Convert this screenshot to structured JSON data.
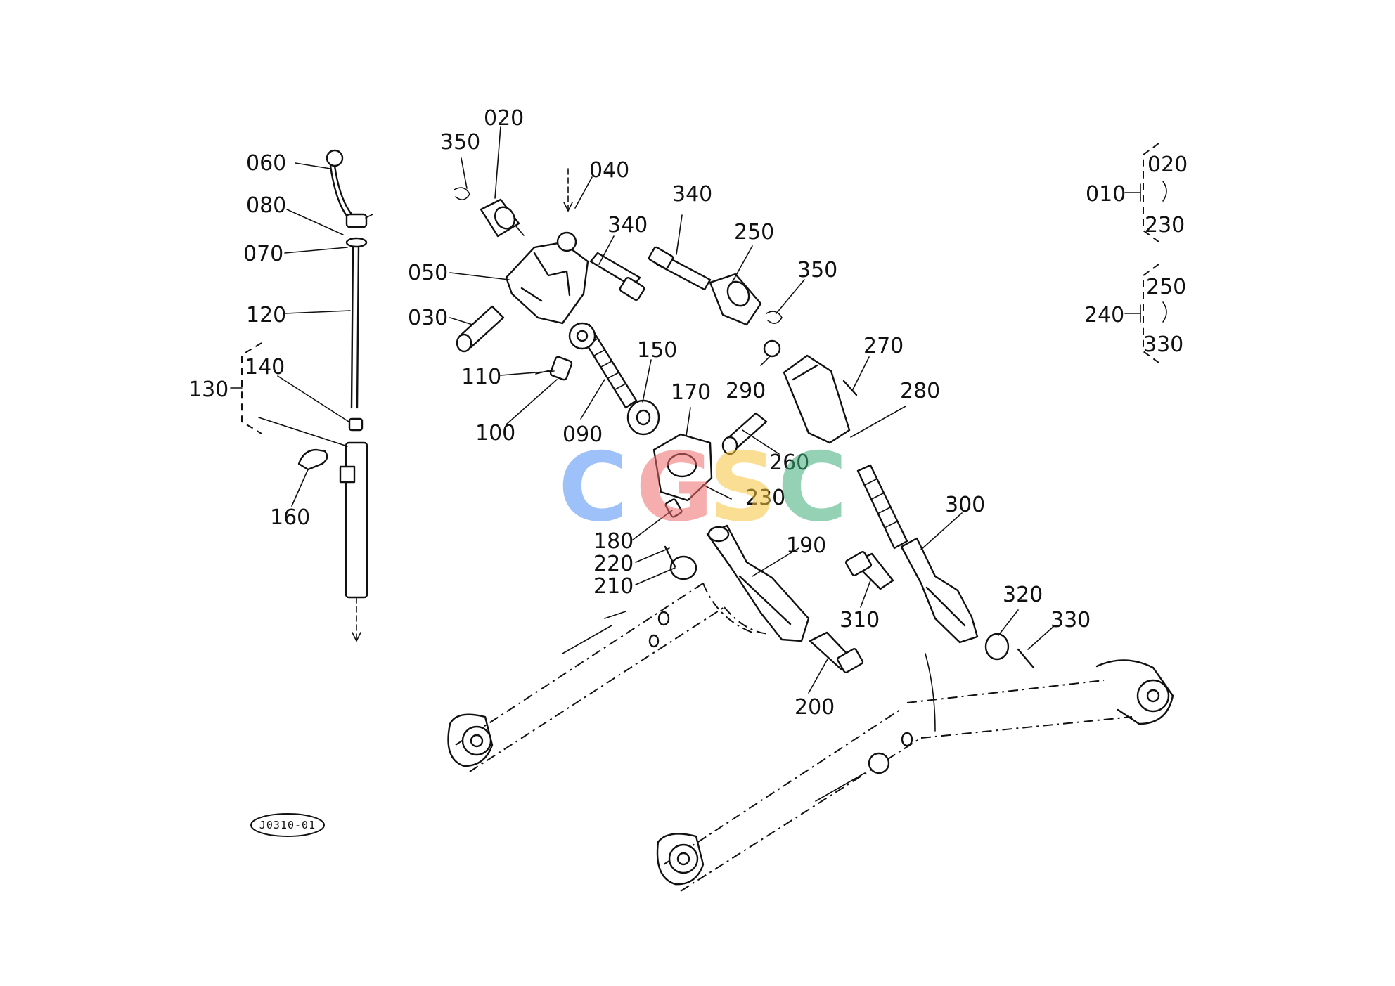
{
  "diagram": {
    "drawing_code": "J0310-01",
    "watermark": {
      "letters": [
        "C",
        "G",
        "S",
        "C"
      ],
      "colors": [
        "#4f8ff7",
        "#f06b6b",
        "#f5c43b",
        "#3fae7a"
      ]
    },
    "labels": {
      "p010": "010",
      "p020": "020",
      "p020b": "020",
      "p030": "030",
      "p040": "040",
      "p050": "050",
      "p060": "060",
      "p070": "070",
      "p080": "080",
      "p090": "090",
      "p100": "100",
      "p110": "110",
      "p120": "120",
      "p130": "130",
      "p140": "140",
      "p150": "150",
      "p160": "160",
      "p170": "170",
      "p180": "180",
      "p190": "190",
      "p200": "200",
      "p210": "210",
      "p220": "220",
      "p230": "230",
      "p230b": "230",
      "p240": "240",
      "p250": "250",
      "p250b": "250",
      "p260": "260",
      "p270": "270",
      "p280": "280",
      "p290": "290",
      "p300": "300",
      "p310": "310",
      "p320": "320",
      "p330": "330",
      "p330b": "330",
      "p340a": "340",
      "p340b": "340",
      "p350a": "350",
      "p350b": "350"
    },
    "assemblies": [
      {
        "label": "010",
        "from": "020",
        "to": "230"
      },
      {
        "label": "240",
        "from": "250",
        "to": "330"
      }
    ]
  }
}
